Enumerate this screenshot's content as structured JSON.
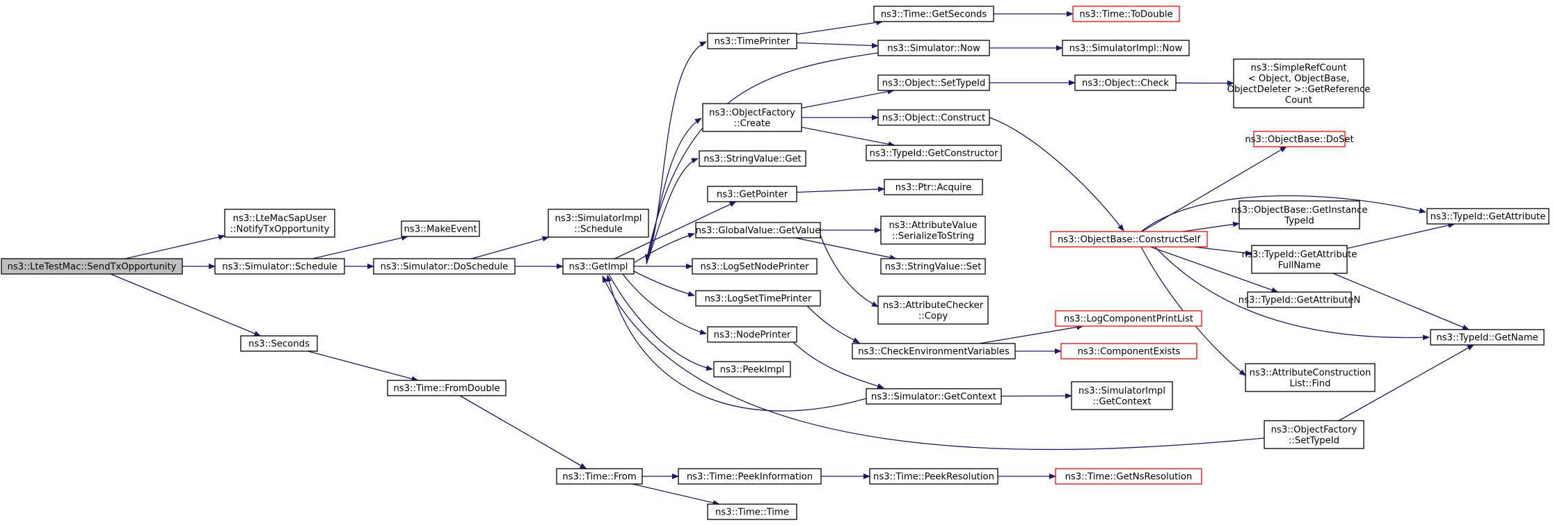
{
  "colors": {
    "edge": "#191970",
    "node_border": "#000000",
    "node_border_external": "#ff0000",
    "node_fill": "#ffffff",
    "root_fill": "#bfbfbf"
  },
  "graph": {
    "nodes": [
      {
        "id": "root",
        "label": [
          "ns3::LteTestMac::SendTxOpportunity"
        ],
        "kind": "root"
      },
      {
        "id": "notify",
        "label": [
          "ns3::LteMacSapUser",
          "::NotifyTxOpportunity"
        ]
      },
      {
        "id": "schedule",
        "label": [
          "ns3::Simulator::Schedule"
        ]
      },
      {
        "id": "seconds",
        "label": [
          "ns3::Seconds"
        ]
      },
      {
        "id": "makeevent",
        "label": [
          "ns3::MakeEvent"
        ]
      },
      {
        "id": "doschedule",
        "label": [
          "ns3::Simulator::DoSchedule"
        ]
      },
      {
        "id": "fromdouble",
        "label": [
          "ns3::Time::FromDouble"
        ]
      },
      {
        "id": "simimplschedule",
        "label": [
          "ns3::SimulatorImpl",
          "::Schedule"
        ]
      },
      {
        "id": "getimpl",
        "label": [
          "ns3::GetImpl"
        ]
      },
      {
        "id": "timefrom",
        "label": [
          "ns3::Time::From"
        ]
      },
      {
        "id": "timeprinter",
        "label": [
          "ns3::TimePrinter"
        ]
      },
      {
        "id": "objfactorycreate",
        "label": [
          "ns3::ObjectFactory",
          "::Create"
        ]
      },
      {
        "id": "stringvalueget",
        "label": [
          "ns3::StringValue::Get"
        ]
      },
      {
        "id": "getpointer",
        "label": [
          "ns3::GetPointer"
        ]
      },
      {
        "id": "globalvalueget",
        "label": [
          "ns3::GlobalValue::GetValue"
        ]
      },
      {
        "id": "logsetnode",
        "label": [
          "ns3::LogSetNodePrinter"
        ]
      },
      {
        "id": "logsettime",
        "label": [
          "ns3::LogSetTimePrinter"
        ]
      },
      {
        "id": "nodeprinter",
        "label": [
          "ns3::NodePrinter"
        ]
      },
      {
        "id": "peekimpl",
        "label": [
          "ns3::PeekImpl"
        ]
      },
      {
        "id": "peekinfo",
        "label": [
          "ns3::Time::PeekInformation"
        ]
      },
      {
        "id": "timetime",
        "label": [
          "ns3::Time::Time"
        ]
      },
      {
        "id": "getseconds",
        "label": [
          "ns3::Time::GetSeconds"
        ]
      },
      {
        "id": "simnow",
        "label": [
          "ns3::Simulator::Now"
        ]
      },
      {
        "id": "objsettypeid",
        "label": [
          "ns3::Object::SetTypeId"
        ]
      },
      {
        "id": "objconstruct",
        "label": [
          "ns3::Object::Construct"
        ]
      },
      {
        "id": "getconstructor",
        "label": [
          "ns3::TypeId::GetConstructor"
        ]
      },
      {
        "id": "ptracquire",
        "label": [
          "ns3::Ptr::Acquire"
        ]
      },
      {
        "id": "attrserialize",
        "label": [
          "ns3::AttributeValue",
          "::SerializeToString"
        ]
      },
      {
        "id": "stringvalueset",
        "label": [
          "ns3::StringValue::Set"
        ]
      },
      {
        "id": "attrcheckercopy",
        "label": [
          "ns3::AttributeChecker",
          "::Copy"
        ]
      },
      {
        "id": "checkenv",
        "label": [
          "ns3::CheckEnvironmentVariables"
        ]
      },
      {
        "id": "simgetcontext",
        "label": [
          "ns3::Simulator::GetContext"
        ]
      },
      {
        "id": "peekresolution",
        "label": [
          "ns3::Time::PeekResolution"
        ]
      },
      {
        "id": "todouble",
        "label": [
          "ns3::Time::ToDouble"
        ],
        "kind": "external"
      },
      {
        "id": "simimplnow",
        "label": [
          "ns3::SimulatorImpl::Now"
        ]
      },
      {
        "id": "objcheck",
        "label": [
          "ns3::Object::Check"
        ]
      },
      {
        "id": "constructself",
        "label": [
          "ns3::ObjectBase::ConstructSelf"
        ],
        "kind": "external"
      },
      {
        "id": "logcompprint",
        "label": [
          "ns3::LogComponentPrintList"
        ],
        "kind": "external"
      },
      {
        "id": "compexists",
        "label": [
          "ns3::ComponentExists"
        ],
        "kind": "external"
      },
      {
        "id": "simimplgetcontext",
        "label": [
          "ns3::SimulatorImpl",
          "::GetContext"
        ]
      },
      {
        "id": "objfactorysettypeid",
        "label": [
          "ns3::ObjectFactory",
          "::SetTypeId"
        ]
      },
      {
        "id": "getnsres",
        "label": [
          "ns3::Time::GetNsResolution"
        ],
        "kind": "external"
      },
      {
        "id": "simplerefcount",
        "label": [
          "ns3::SimpleRefCount",
          "< Object, ObjectBase,",
          "ObjectDeleter >::GetReference",
          "Count"
        ]
      },
      {
        "id": "objbasedoset",
        "label": [
          "ns3::ObjectBase::DoSet"
        ],
        "kind": "external"
      },
      {
        "id": "getinstancetypeid",
        "label": [
          "ns3::ObjectBase::GetInstance",
          "TypeId"
        ]
      },
      {
        "id": "getattrfullname",
        "label": [
          "ns3::TypeId::GetAttribute",
          "FullName"
        ]
      },
      {
        "id": "getattributen",
        "label": [
          "ns3::TypeId::GetAttributeN"
        ]
      },
      {
        "id": "attrconstructfind",
        "label": [
          "ns3::AttributeConstruction",
          "List::Find"
        ]
      },
      {
        "id": "typeidgetattribute",
        "label": [
          "ns3::TypeId::GetAttribute"
        ]
      },
      {
        "id": "typeidgetname",
        "label": [
          "ns3::TypeId::GetName"
        ]
      }
    ],
    "edges": [
      [
        "root",
        "notify"
      ],
      [
        "root",
        "schedule"
      ],
      [
        "root",
        "seconds"
      ],
      [
        "schedule",
        "makeevent"
      ],
      [
        "schedule",
        "doschedule"
      ],
      [
        "seconds",
        "fromdouble"
      ],
      [
        "doschedule",
        "simimplschedule"
      ],
      [
        "doschedule",
        "getimpl"
      ],
      [
        "fromdouble",
        "timefrom"
      ],
      [
        "getimpl",
        "timeprinter"
      ],
      [
        "getimpl",
        "objfactorycreate"
      ],
      [
        "getimpl",
        "stringvalueget"
      ],
      [
        "getimpl",
        "getpointer"
      ],
      [
        "getimpl",
        "globalvalueget"
      ],
      [
        "getimpl",
        "logsetnode"
      ],
      [
        "getimpl",
        "logsettime"
      ],
      [
        "getimpl",
        "nodeprinter"
      ],
      [
        "getimpl",
        "peekimpl"
      ],
      [
        "timefrom",
        "peekinfo"
      ],
      [
        "timefrom",
        "timetime"
      ],
      [
        "timeprinter",
        "getseconds"
      ],
      [
        "timeprinter",
        "simnow"
      ],
      [
        "simnow",
        "simimplnow"
      ],
      [
        "simnow",
        "getimpl"
      ],
      [
        "getseconds",
        "todouble"
      ],
      [
        "objfactorycreate",
        "objsettypeid"
      ],
      [
        "objfactorycreate",
        "objconstruct"
      ],
      [
        "objfactorycreate",
        "getconstructor"
      ],
      [
        "objsettypeid",
        "objcheck"
      ],
      [
        "objcheck",
        "simplerefcount"
      ],
      [
        "objconstruct",
        "constructself"
      ],
      [
        "getpointer",
        "ptracquire"
      ],
      [
        "globalvalueget",
        "attrserialize"
      ],
      [
        "globalvalueget",
        "stringvalueset"
      ],
      [
        "globalvalueget",
        "attrcheckercopy"
      ],
      [
        "logsettime",
        "checkenv"
      ],
      [
        "checkenv",
        "logcompprint"
      ],
      [
        "checkenv",
        "compexists"
      ],
      [
        "nodeprinter",
        "simgetcontext"
      ],
      [
        "simgetcontext",
        "simimplgetcontext"
      ],
      [
        "simgetcontext",
        "getimpl"
      ],
      [
        "peekinfo",
        "peekresolution"
      ],
      [
        "peekresolution",
        "getnsres"
      ],
      [
        "constructself",
        "objbasedoset"
      ],
      [
        "constructself",
        "typeidgetattribute"
      ],
      [
        "constructself",
        "getinstancetypeid"
      ],
      [
        "constructself",
        "getattrfullname"
      ],
      [
        "constructself",
        "getattributen"
      ],
      [
        "constructself",
        "attrconstructfind"
      ],
      [
        "constructself",
        "typeidgetname"
      ],
      [
        "getattrfullname",
        "typeidgetattribute"
      ],
      [
        "getattrfullname",
        "typeidgetname"
      ],
      [
        "objfactorysettypeid",
        "typeidgetname"
      ],
      [
        "objfactorysettypeid",
        "getimpl"
      ]
    ]
  }
}
